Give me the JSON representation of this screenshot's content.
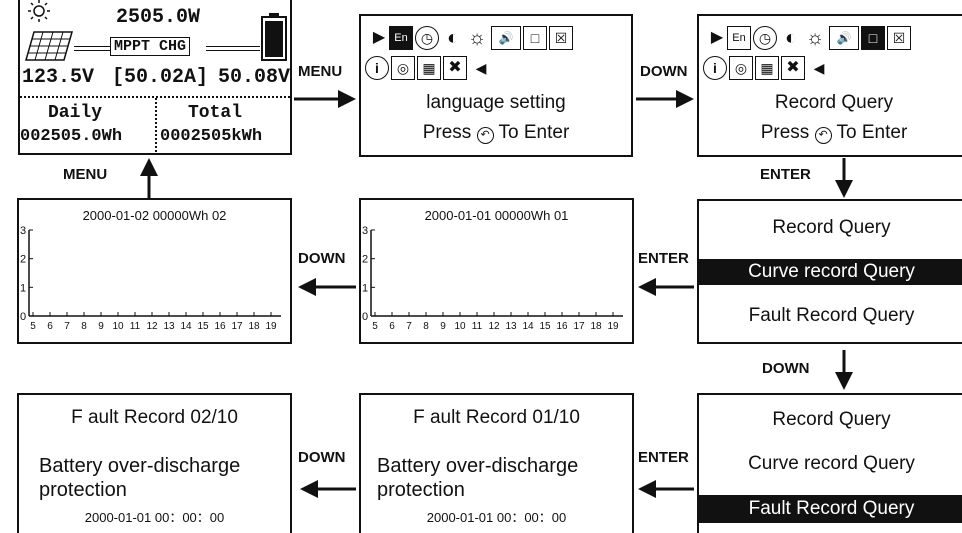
{
  "panel1": {
    "power": "2505.0W",
    "mode": "MPPT CHG",
    "voltage": "123.5V",
    "current": "[50.02A]",
    "batt_voltage": "50.08V",
    "daily_label": "Daily",
    "total_label": "Total",
    "daily_value": "002505.0Wh",
    "total_value": "0002505kWh"
  },
  "panel2": {
    "title": "language setting",
    "hint_pre": "Press",
    "hint_post": "To Enter"
  },
  "panel3": {
    "title": "Record Query",
    "hint_pre": "Press",
    "hint_post": "To Enter"
  },
  "arrows": {
    "menu_right": "MENU",
    "down_right": "DOWN",
    "enter_down": "ENTER",
    "menu_up": "MENU",
    "down_left_1": "DOWN",
    "enter_left_1": "ENTER",
    "down_mid": "DOWN",
    "down_left_2": "DOWN",
    "enter_left_2": "ENTER"
  },
  "query1": {
    "item1": "Record Query",
    "item2": "Curve record Query",
    "item3": "Fault Record Query",
    "selected": 2
  },
  "query2": {
    "item1": "Record Query",
    "item2": "Curve record Query",
    "item3": "Fault Record Query",
    "selected": 3
  },
  "curve1": {
    "header": "2000-01-01 00000Wh 01",
    "yticks": [
      "3",
      "2",
      "1",
      "0"
    ],
    "xticks": [
      "5",
      "6",
      "7",
      "8",
      "9",
      "10",
      "11",
      "12",
      "13",
      "14",
      "15",
      "16",
      "17",
      "18",
      "19"
    ]
  },
  "curve2": {
    "header": "2000-01-02 00000Wh 02",
    "yticks": [
      "3",
      "2",
      "1",
      "0"
    ],
    "xticks": [
      "5",
      "6",
      "7",
      "8",
      "9",
      "10",
      "11",
      "12",
      "13",
      "14",
      "15",
      "16",
      "17",
      "18",
      "19"
    ]
  },
  "fault1": {
    "title": "F ault Record 01/10",
    "line1": "Battery over-discharge",
    "line2": "protection",
    "time": "2000-01-01 00：00：00"
  },
  "fault2": {
    "title": "F ault Record 02/10",
    "line1": "Battery over-discharge",
    "line2": "protection",
    "time": "2000-01-01 00：00：00"
  },
  "icons": [
    "play-icon",
    "language-icon",
    "clock-icon",
    "contrast-icon",
    "brightness-icon",
    "sound-icon",
    "record-icon",
    "clear-icon",
    "info-icon",
    "bulb-icon",
    "network-icon",
    "tools-icon",
    "back-icon"
  ]
}
